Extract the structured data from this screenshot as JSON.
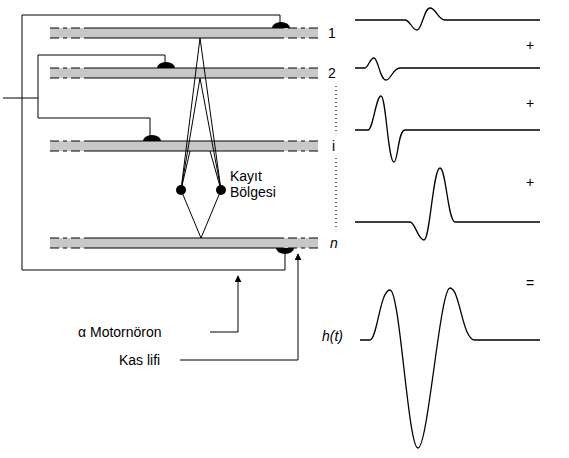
{
  "diagram": {
    "labels": [
      "1",
      "2",
      "i",
      "n",
      "Kayıt Bölgesi",
      "α Motornöron",
      "Kas lifi",
      "+",
      "+",
      "+",
      "=",
      "h(t)"
    ]
  }
}
